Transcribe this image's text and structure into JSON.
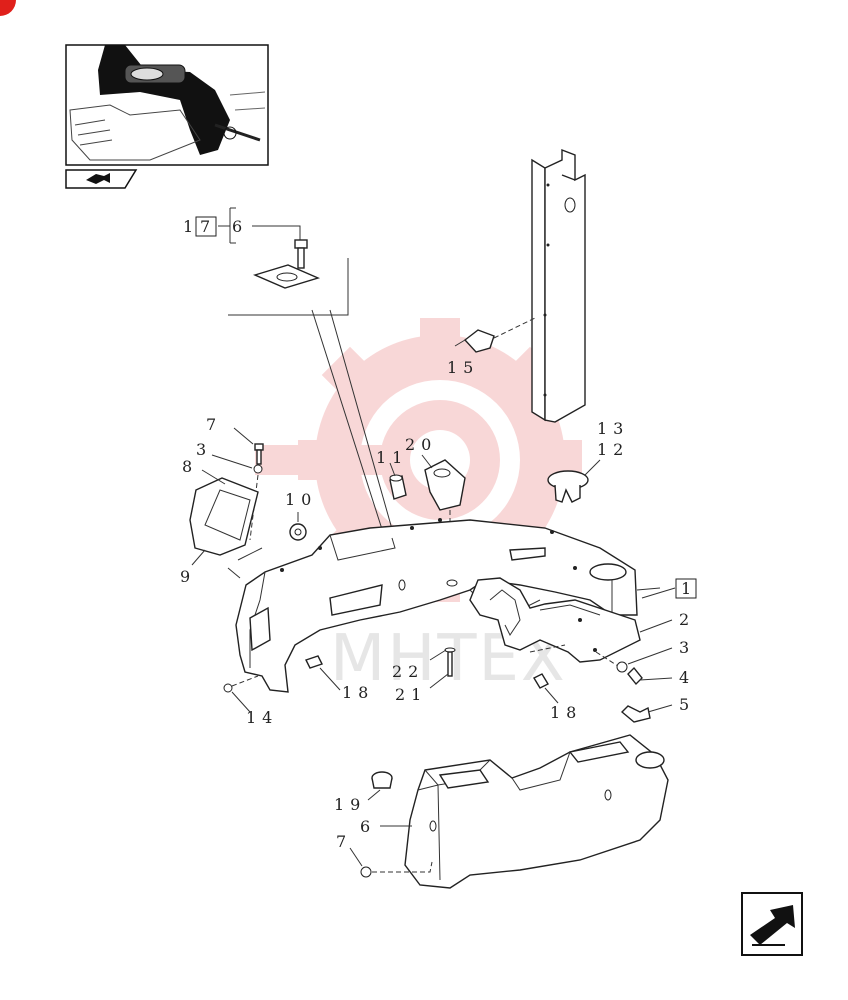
{
  "watermark": {
    "text": "MHTEX",
    "color": "#f4b8b8"
  },
  "corner_badge": {
    "color": "#e0201b"
  },
  "callouts": {
    "c1": "1",
    "c2": "2",
    "c3a": "3",
    "c3b": "3",
    "c4": "4",
    "c5": "5",
    "c6a": "6",
    "c6b": "6",
    "c7a": "7",
    "c7b": "7",
    "c7c": "7",
    "c8": "8",
    "c9": "9",
    "c10": "10",
    "c11": "11",
    "c12": "12",
    "c13": "13",
    "c14": "14",
    "c15": "15",
    "c17": "17",
    "c18a": "18",
    "c18b": "18",
    "c19": "19",
    "c20": "20",
    "c21": "21",
    "c22": "22"
  },
  "icons": {
    "thumbnail": "cab-location-thumbnail",
    "nav_small": "arrow-return-icon",
    "nav_large": "next-page-arrow-icon"
  }
}
